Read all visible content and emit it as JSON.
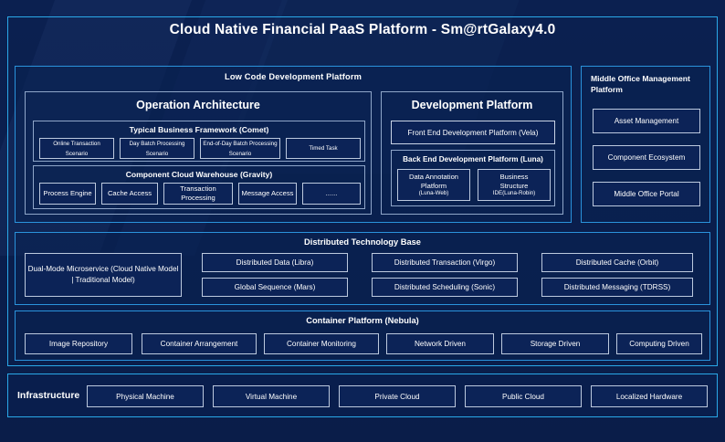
{
  "title": "Cloud Native Financial PaaS Platform - Sm@rtGalaxy4.0",
  "colors": {
    "background": "#0a1f4d",
    "frame_accent": "#2aa8e8",
    "panel_border": "#2a93dc",
    "box_border": "#bcc9de",
    "text": "#ffffff"
  },
  "low_code": {
    "title": "Low Code Development Platform",
    "operation_architecture": {
      "title": "Operation Architecture",
      "typical_business_framework": {
        "title": "Typical Business Framework (Comet)",
        "items": [
          "Online Transaction Scenario",
          "Day Batch Processing Scenario",
          "End-of-Day Batch Processing Scenario",
          "Timed Task"
        ]
      },
      "component_cloud_warehouse": {
        "title": "Component Cloud Warehouse (Gravity)",
        "items": [
          "Process Engine",
          "Cache Access",
          "Transaction Processing",
          "Message Access",
          "......"
        ]
      }
    },
    "development_platform": {
      "title": "Development Platform",
      "front_end": "Front End Development Platform (Vela)",
      "back_end": {
        "title": "Back End Development Platform (Luna)",
        "items": [
          {
            "line1": "Data Annotation",
            "line2": "Platform",
            "line3": "(Luna-Web)"
          },
          {
            "line1": "Business",
            "line2": "Structure",
            "line3": "IDE(Luna-Robin)"
          }
        ]
      }
    }
  },
  "middle_office": {
    "title": "Middle Office Management Platform",
    "items": [
      "Asset Management",
      "Component Ecosystem",
      "Middle Office Portal"
    ]
  },
  "distributed_technology_base": {
    "title": "Distributed Technology Base",
    "wide_item": "Dual-Mode Microservice (Cloud Native Model | Traditional Model)",
    "grid": [
      "Distributed Data (Libra)",
      "Distributed Transaction (Virgo)",
      "Distributed Cache (Orbit)",
      "Global Sequence (Mars)",
      "Distributed Scheduling (Sonic)",
      "Distributed Messaging (TDRSS)"
    ]
  },
  "container_platform": {
    "title": "Container Platform (Nebula)",
    "items": [
      "Image Repository",
      "Container Arrangement",
      "Container Monitoring",
      "Network Driven",
      "Storage Driven",
      "Computing Driven"
    ]
  },
  "infrastructure": {
    "label": "Infrastructure",
    "items": [
      "Physical Machine",
      "Virtual Machine",
      "Private Cloud",
      "Public Cloud",
      "Localized Hardware"
    ]
  }
}
